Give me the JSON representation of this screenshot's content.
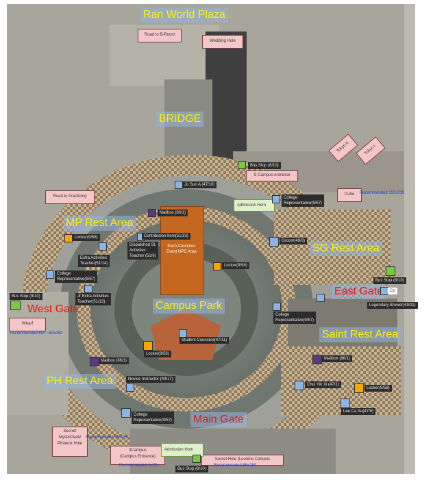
{
  "zones": {
    "ran_world_plaza": "Ran World Plaza",
    "bridge": "BRIDGE",
    "mp_rest_area": "MP Rest Area",
    "sg_rest_area": "SG Rest Area",
    "campus_park": "Campus Park",
    "west_gate": "West Gate",
    "east_gate": "East Gate",
    "saint_rest_area": "Saint Rest Area",
    "ph_rest_area": "PH Rest Area",
    "main_gate": "Main Gate"
  },
  "places": {
    "road_to_b_room": "Road to B-Room",
    "wedding_hole": "Wedding Hole",
    "tokyo_2": "Tokyo II",
    "tokyo_1": "Tokyo I",
    "road_to_practicing": "Road to Practicing",
    "cube": "Cube",
    "wharf": "Wharf",
    "secret_mystic_peak": "Secret/\nMysticPeak/\nPhoenix Hole",
    "s_campus_entrance": "S Campus entrance",
    "three_campus": "3Campus\n(Campus Entrance)",
    "secret_hole": "Secret Hole (Leonine Campus",
    "admission_top": "Admission Hom",
    "admission_bottom": "Admission Hom"
  },
  "npcs": {
    "bus_stop_top": "Bus Stop (8/10)",
    "jo_sun_a": "Jo Sun A (47/10)",
    "college_rep_top": "College\nRepresentative(9/57)",
    "mailbox_top": "Mailbox (86/1)",
    "locker_mp": "Locker(9/58)",
    "contribution_item": "Contribution Item(51/33)",
    "dispatched_activities": "Dispatched St.\nActivities\nTeacher (51/6)",
    "extra_activities": "Extra Activities\nTeacher(51/14)",
    "grocer": "Grocer(49/3)",
    "locker_center": "Locker(9/58)",
    "college_rep_west": "College\nRepresentative(9/57)",
    "jr_extra": "Jr Extra Activities\nTeacher(51/13)",
    "bus_stop_west": "Bus Stop (8/10)",
    "bus_stop_east": "Bus Stop (8/10)",
    "co_east": "Co",
    "legendary_brewer": "Legendary Brewer(49/11)",
    "college_rep_east": "College\nRepresentative(9/57)",
    "student_councilor": "Student Councilor(47/11)",
    "locker_south": "Locker(9/58)",
    "mailbox_west": "Mailbox (86/1)",
    "mailbox_east": "Mailbox (86/1)",
    "novice_instructor": "Novice Instructor (49/17)",
    "chui_yin_xi": "Chui Yin Xi (47/1)",
    "locker_east": "Locker(9/58)",
    "lee_ca_xu": "Lee Ca Xu(47/5)",
    "college_rep_south": "College\nRepresentative(9/57)",
    "bus_stop_bottom": "Bus Stop (8/10)"
  },
  "center_sign": "Each Countries\nEvent NPC Area",
  "recommended": {
    "east": "Recommended 155x235",
    "west": "Recommended 600 ~60x250",
    "south_left": "Recommended 95x255",
    "bottom_left": "Recommended 1x25",
    "bottom_right": "Recommended 65x250"
  },
  "colors": {
    "zone_yellow": "#fff200",
    "zone_red": "#e8141c",
    "zone_bg": "#96b4dc",
    "pink_box": "#f4c6c7",
    "dark_label": "#2c2c2c",
    "marker_green": "#7ac943",
    "marker_blue": "#8ab4e6",
    "marker_purple": "#5b3a7a",
    "marker_orange": "#f7a600",
    "center_orange": "#c5671f"
  }
}
